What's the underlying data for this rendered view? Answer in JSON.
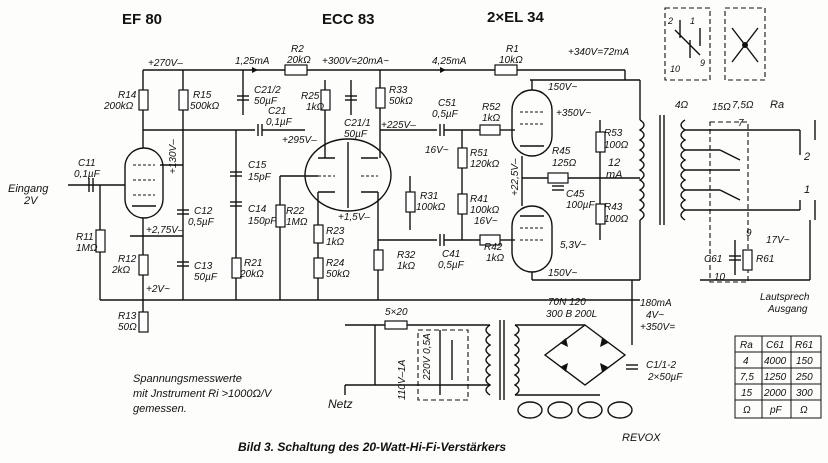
{
  "tubes": {
    "ef80": "EF 80",
    "ecc83": "ECC 83",
    "el34": "2×EL 34"
  },
  "supply": {
    "v270": "+270V–",
    "i125": "1,25mA",
    "r2": "R2",
    "r2v": "20kΩ",
    "v300": "+300V=20mA~",
    "i425": "4,25mA",
    "r1": "R1",
    "r1v": "10kΩ",
    "v340": "+340V=72mA"
  },
  "components": {
    "r14": "R14",
    "r14v": "200kΩ",
    "r15": "R15",
    "r15v": "500kΩ",
    "c212": "C21/2",
    "c212v": "50µF",
    "r25": "R25",
    "r25v": "1kΩ",
    "c211": "C21/1",
    "c211v": "50µF",
    "r33": "R33",
    "r33v": "50kΩ",
    "c51": "C51",
    "c51v": "0,5µF",
    "r52": "R52",
    "r52v": "1kΩ",
    "c11": "C11",
    "c11v": "0,1µF",
    "c21": "C21",
    "c21v": "0,1µF",
    "v295": "+295V–",
    "v225": "+225V–",
    "v130": "+130V–",
    "c15": "C15",
    "c15v": "15pF",
    "c14": "C14",
    "c14v": "150pF",
    "c12": "C12",
    "c12v": "0,5µF",
    "r51": "R51",
    "r51v": "120kΩ",
    "r53": "R53",
    "r53v": "100Ω",
    "r45": "R45",
    "r45v": "125Ω",
    "c45": "C45",
    "c45v": "100µF",
    "r43": "R43",
    "r43v": "100Ω",
    "r11": "R11",
    "r11v": "1MΩ",
    "v275": "+2,75V–",
    "r12": "R12",
    "r12v": "2kΩ",
    "c13": "C13",
    "c13v": "50µF",
    "v2": "+2V~",
    "r13": "R13",
    "r13v": "50Ω",
    "r22": "R22",
    "r22v": "1MΩ",
    "r21": "R21",
    "r21v": "20kΩ",
    "r23": "R23",
    "r23v": "1kΩ",
    "r24": "R24",
    "r24v": "50kΩ",
    "v15": "+1,5V–",
    "r31": "R31",
    "r31v": "100kΩ",
    "r41": "R41",
    "r41v": "100kΩ",
    "r32": "R32",
    "r32v": "1kΩ",
    "c41": "C41",
    "c41v": "0,5µF",
    "r42": "R42",
    "r42v": "1kΩ",
    "v16a": "16V~",
    "v16b": "16V~",
    "v150a": "150V~",
    "v350": "+350V~",
    "v225b": "+22,5V–",
    "v12": "12",
    "ma": "mA",
    "v53": "5,3V~",
    "v150b": "150V~",
    "c61": "C61",
    "r61": "R61",
    "v17": "17V~"
  },
  "labels": {
    "eingang": "Eingang",
    "eingang_v": "2V",
    "z4": "4Ω",
    "z75": "7,5Ω",
    "ra": "Ra",
    "z15": "15Ω",
    "ausgang1": "Lautsprech",
    "ausgang2": "Ausgang",
    "n2": "2",
    "n1": "1",
    "n7": "7",
    "n9": "9",
    "n10": "10",
    "n1b": "1",
    "n2b": "2",
    "n10b": "10",
    "n9b": "9",
    "fuse": "5×20",
    "rect": "70N 120",
    "rect2": "300 B 200L",
    "i180": "180mA",
    "v4": "4V~",
    "v350b": "+350V=",
    "c11_2": "C1/1-2",
    "c11_2v": "2×50µF",
    "sw110": "110V–1A",
    "sw220": "220V 0,5A",
    "netz": "Netz",
    "note1": "Spannungsmesswerte",
    "note2": "mit Jnstrument Ri >1000Ω/V",
    "note3": "gemessen.",
    "caption": "Bild 3. Schaltung des 20-Watt-Hi-Fi-Verstärkers",
    "revox": "REVOX"
  },
  "table": {
    "header": [
      "Ra",
      "C61",
      "R61"
    ],
    "rows": [
      [
        "4",
        "4000",
        "150"
      ],
      [
        "7,5",
        "1250",
        "250"
      ],
      [
        "15",
        "2000",
        "300"
      ],
      [
        "Ω",
        "pF",
        "Ω"
      ]
    ]
  }
}
